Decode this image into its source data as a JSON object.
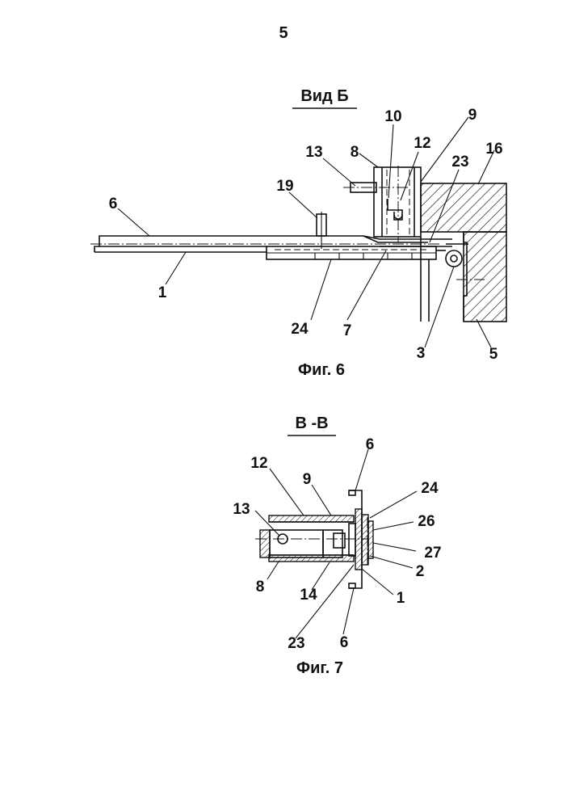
{
  "page_number": "5",
  "fig6": {
    "view_title": "Вид Б",
    "caption": "Фиг. 6",
    "labels": {
      "l1": "1",
      "l3": "3",
      "l5": "5",
      "l6": "6",
      "l7": "7",
      "l8": "8",
      "l9": "9",
      "l10": "10",
      "l12": "12",
      "l13": "13",
      "l16": "16",
      "l19": "19",
      "l23": "23",
      "l24": "24"
    }
  },
  "fig7": {
    "section_title": "В -В",
    "caption": "Фиг. 7",
    "labels": {
      "l1": "1",
      "l2": "2",
      "l6top": "6",
      "l6bot": "6",
      "l8": "8",
      "l9": "9",
      "l12": "12",
      "l13": "13",
      "l14": "14",
      "l23": "23",
      "l24": "24",
      "l26": "26",
      "l27": "27"
    }
  }
}
